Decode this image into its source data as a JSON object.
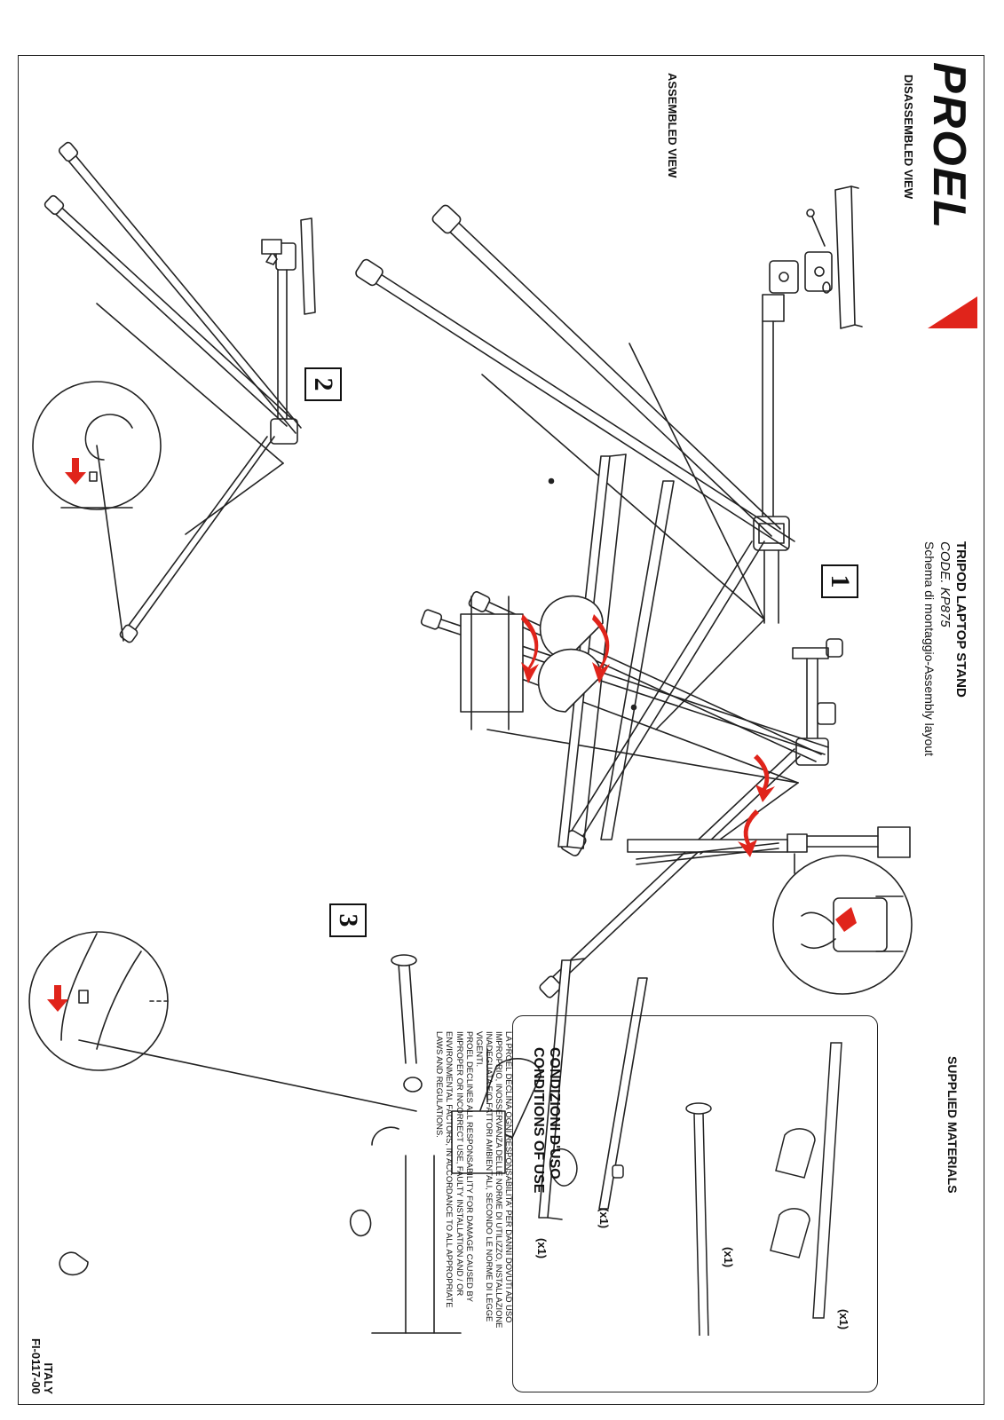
{
  "brand": {
    "name": "PROEL",
    "accent": "#e0241b"
  },
  "labels": {
    "disassembled": "DISASSEMBLED VIEW",
    "assembled": "ASSEMBLED VIEW"
  },
  "product": {
    "title": "TRIPOD LAPTOP STAND",
    "code": "CODE. KP875",
    "subtitle": "Schema di montaggio-Assembly layout"
  },
  "steps": [
    "1",
    "2",
    "3"
  ],
  "supplied": {
    "heading": "SUPPLIED MATERIALS",
    "items": [
      {
        "name": "laptop-tray",
        "qty": "(x1)"
      },
      {
        "name": "screw",
        "qty": "(x1)"
      },
      {
        "name": "washer",
        "qty": "(x1)"
      },
      {
        "name": "knob",
        "qty": "(x1)"
      }
    ]
  },
  "conditions": {
    "heading_it": "CONDIZIONI D'USO",
    "heading_en": "CONDITIONS OF USE",
    "text_it": "LA PROEL DECLINA OGNI RESPONSABILITA' PER DANNI DOVUTI AD USO IMPROPRIO, INOSSERVANZA DELLE NORME DI UTILIZZO, INSTALLAZIONE INADEGUATA E/O FATTORI AMBIENTALI, SECONDO LE NORME DI LEGGE VIGENTI.",
    "text_en": "PROEL DECLINES ALL RESPONSABILITY FOR DAMAGE CAUSED BY IMPROPER OR INCORRECT USE, FAULTY INSTALLATION AND / OR ENVIRONMENTAL FACTORS, IN ACCORDANCE TO ALL APPROPRIATE LAWS AND REGULATIONS."
  },
  "footer": {
    "country": "ITALY",
    "doc_code": "FI-0117-00"
  },
  "colors": {
    "arrow": "#e0241b",
    "line": "#222222"
  }
}
